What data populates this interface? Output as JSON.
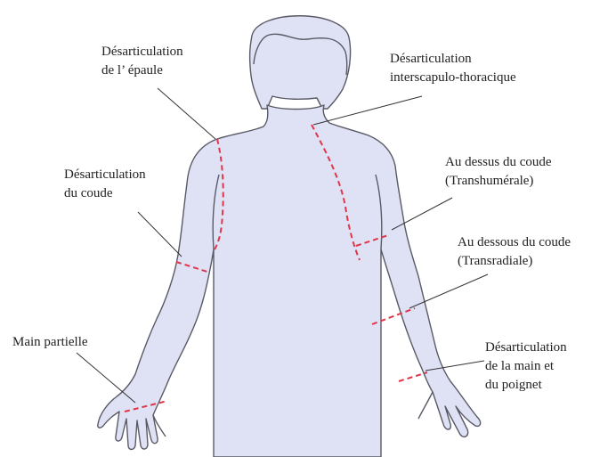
{
  "colors": {
    "body_fill": "#dfe1f5",
    "body_outline": "#5a5a66",
    "amputation_line": "#e0364a",
    "leader_line": "#333333",
    "text": "#222222"
  },
  "labels": {
    "shoulder": [
      "Désarticulation",
      "de l’ épaule"
    ],
    "interscapulo": [
      "Désarticulation",
      "interscapulo-thoracique"
    ],
    "elbow_disartic": [
      "Désarticulation",
      "du coude"
    ],
    "above_elbow": [
      "Au dessus du coude",
      "(Transhumérale)"
    ],
    "below_elbow": [
      "Au dessous du coude",
      "(Transradiale)"
    ],
    "partial_hand": [
      "Main partielle"
    ],
    "hand_wrist": [
      "Désarticulation",
      "de la main et",
      "du poignet"
    ]
  }
}
